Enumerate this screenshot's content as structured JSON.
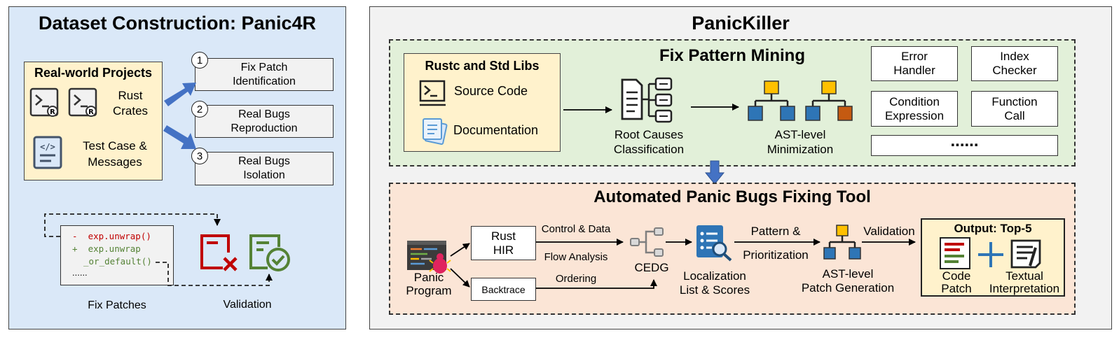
{
  "left": {
    "title": "Dataset Construction: Panic4R",
    "projects_title": "Real-world Projects",
    "rust_crates": [
      "Rust",
      "Crates"
    ],
    "test_case": [
      "Test Case &",
      "Messages"
    ],
    "steps": [
      {
        "num": "1",
        "lines": [
          "Fix Patch",
          "Identification"
        ]
      },
      {
        "num": "2",
        "lines": [
          "Real Bugs",
          "Reproduction"
        ]
      },
      {
        "num": "3",
        "lines": [
          "Real Bugs",
          "Isolation"
        ]
      }
    ],
    "patch": {
      "removed": "-  exp.unwrap()",
      "added": "+  exp.unwrap",
      "added_cont": "_or_default()",
      "ellipsis": "......"
    },
    "fix_patches_label": "Fix Patches",
    "validation_label": "Validation"
  },
  "right": {
    "title": "PanicKiller",
    "mining": {
      "title": "Fix Pattern Mining",
      "rustc_title": "Rustc and Std Libs",
      "source_code": "Source Code",
      "documentation": "Documentation",
      "root_causes": [
        "Root Causes",
        "Classification"
      ],
      "ast_min": [
        "AST-level",
        "Minimization"
      ],
      "patterns": [
        [
          "Error",
          "Handler"
        ],
        [
          "Index",
          "Checker"
        ],
        [
          "Condition",
          "Expression"
        ],
        [
          "Function",
          "Call"
        ]
      ],
      "more": "......"
    },
    "tool": {
      "title": "Automated Panic Bugs Fixing Tool",
      "panic_program": [
        "Panic",
        "Program"
      ],
      "rust_hir": [
        "Rust",
        "HIR"
      ],
      "backtrace": "Backtrace",
      "control_data": "Control & Data",
      "flow_analysis": "Flow Analysis",
      "ordering": "Ordering",
      "cedg": "CEDG",
      "localization": [
        "Localization",
        "List & Scores"
      ],
      "pattern": "Pattern &",
      "prioritization": "Prioritization",
      "ast_gen": [
        "AST-level",
        "Patch Generation"
      ],
      "validation": "Validation",
      "output_title": "Output: Top-5",
      "code_patch": [
        "Code",
        "Patch"
      ],
      "textual": [
        "Textual",
        "Interpretation"
      ]
    }
  },
  "colors": {
    "left_bg": "#dae8f8",
    "right_bg": "#f2f2f2",
    "mining_bg": "#e2f0d9",
    "tool_bg": "#fbe5d6",
    "yellow_box": "#fff2cc",
    "arrow_blue": "#4472c4",
    "icon_blue": "#2e75b6",
    "icon_yellow": "#ffc000",
    "icon_orange": "#c55a11",
    "red": "#c00000",
    "green": "#548235",
    "icon_gray": "#8c8c8c",
    "plus_blue": "#2e75b6"
  }
}
